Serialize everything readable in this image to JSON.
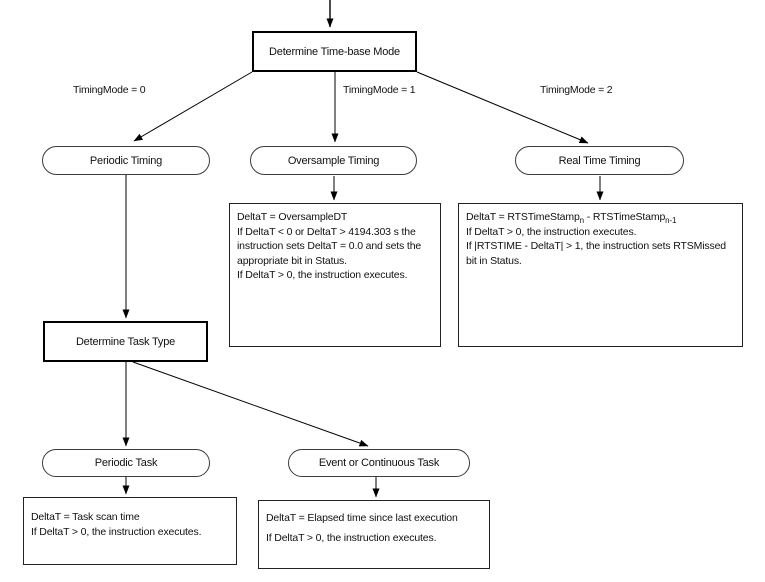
{
  "diagram": {
    "nodes": {
      "determine_timebase": "Determine Time-base Mode",
      "periodic_timing": "Periodic Timing",
      "oversample_timing": "Oversample Timing",
      "realtime_timing": "Real Time Timing",
      "determine_task_type": "Determine Task Type",
      "periodic_task": "Periodic Task",
      "event_continuous_task": "Event or Continuous Task"
    },
    "branch_labels": {
      "mode0": "TimingMode = 0",
      "mode1": "TimingMode = 1",
      "mode2": "TimingMode = 2"
    },
    "boxes": {
      "oversample": {
        "lines": [
          "DeltaT = OversampleDT",
          "If DeltaT < 0 or DeltaT > 4194.303 s the",
          "instruction sets DeltaT = 0.0 and sets the",
          "appropriate bit in Status.",
          "If DeltaT > 0, the instruction executes."
        ]
      },
      "realtime": {
        "line1": {
          "a": "DeltaT = RTSTimeStamp",
          "sub_a": "n",
          "b": " - RTSTimeStamp",
          "sub_b": "n-1"
        },
        "lines": [
          "If DeltaT > 0, the instruction executes.",
          "If |RTSTIME - DeltaT| > 1, the instruction sets RTSMissed bit in",
          "Status."
        ]
      },
      "periodic_task_detail": {
        "lines": [
          "DeltaT = Task scan time",
          "If DeltaT > 0, the instruction executes."
        ]
      },
      "event_task_detail": {
        "lines": [
          "DeltaT = Elapsed time since last execution",
          "If DeltaT > 0, the instruction executes."
        ]
      }
    },
    "colors": {
      "line": "#000000",
      "border": "#1a1a1a",
      "text": "#111111",
      "background": "#ffffff"
    }
  }
}
